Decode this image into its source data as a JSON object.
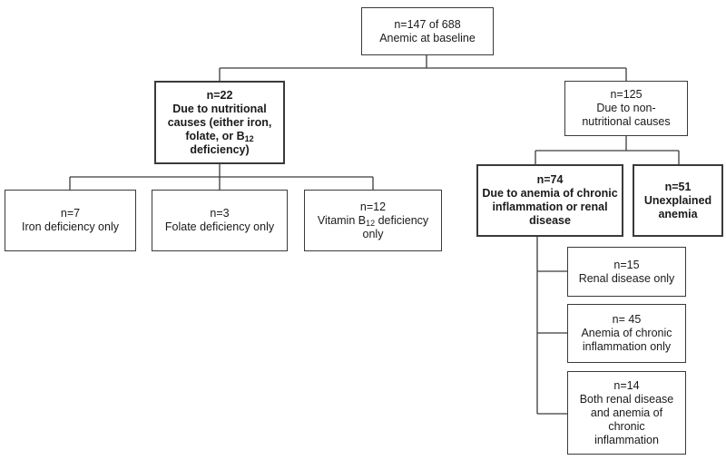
{
  "nodes": {
    "root": {
      "n": "n=147 of 688",
      "desc": "Anemic at baseline"
    },
    "nutritional": {
      "n": "n=22",
      "desc_pre": "Due to nutritional causes (either iron, folate, or B",
      "desc_sub": "12",
      "desc_post": " deficiency)"
    },
    "non_nutritional": {
      "n": "n=125",
      "desc": "Due to non-nutritional causes"
    },
    "iron": {
      "n": "n=7",
      "desc": "Iron deficiency only"
    },
    "folate": {
      "n": "n=3",
      "desc": "Folate deficiency only"
    },
    "b12": {
      "n": "n=12",
      "desc_pre": "Vitamin B",
      "desc_sub": "12",
      "desc_post": " deficiency only"
    },
    "aci_renal": {
      "n": "n=74",
      "desc": "Due to anemia of chronic inflammation or renal disease"
    },
    "unexplained": {
      "n": "n=51",
      "desc": "Unexplained anemia"
    },
    "renal": {
      "n": "n=15",
      "desc": "Renal disease only"
    },
    "aci": {
      "n": "n= 45",
      "desc": "Anemia of chronic inflammation only"
    },
    "both": {
      "n": "n=14",
      "desc": "Both renal disease and anemia of chronic inflammation"
    }
  }
}
